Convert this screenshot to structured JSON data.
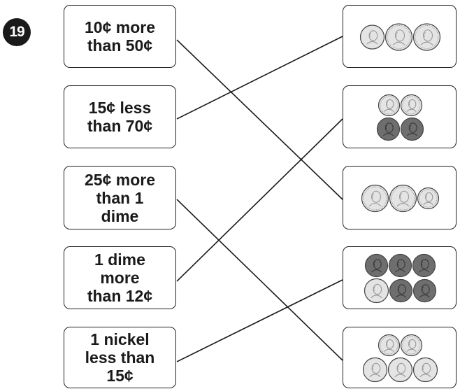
{
  "problem_number": "19",
  "prompts": [
    {
      "text": "10¢ more\nthan 50¢",
      "matches_box": 2
    },
    {
      "text": "15¢ less\nthan 70¢",
      "matches_box": 0
    },
    {
      "text": "25¢ more\nthan 1\ndime",
      "matches_box": 4
    },
    {
      "text": "1 dime\nmore\nthan 12¢",
      "matches_box": 1
    },
    {
      "text": "1 nickel\nless than\n15¢",
      "matches_box": 3
    }
  ],
  "coin_boxes": [
    {
      "rows": [
        [
          "nickel",
          "quarter",
          "quarter"
        ]
      ]
    },
    {
      "rows": [
        [
          "dime",
          "dime"
        ],
        [
          "penny",
          "penny"
        ]
      ]
    },
    {
      "rows": [
        [
          "quarter",
          "quarter",
          "dime"
        ]
      ]
    },
    {
      "rows": [
        [
          "penny",
          "penny",
          "penny"
        ],
        [
          "nickel",
          "penny",
          "penny"
        ]
      ]
    },
    {
      "rows": [
        [
          "dime",
          "dime"
        ],
        [
          "nickel",
          "nickel",
          "nickel"
        ]
      ]
    }
  ],
  "coin_colors": {
    "silver": "#e4e4e4",
    "copper": "#6e6e6e",
    "outline": "#444444"
  }
}
